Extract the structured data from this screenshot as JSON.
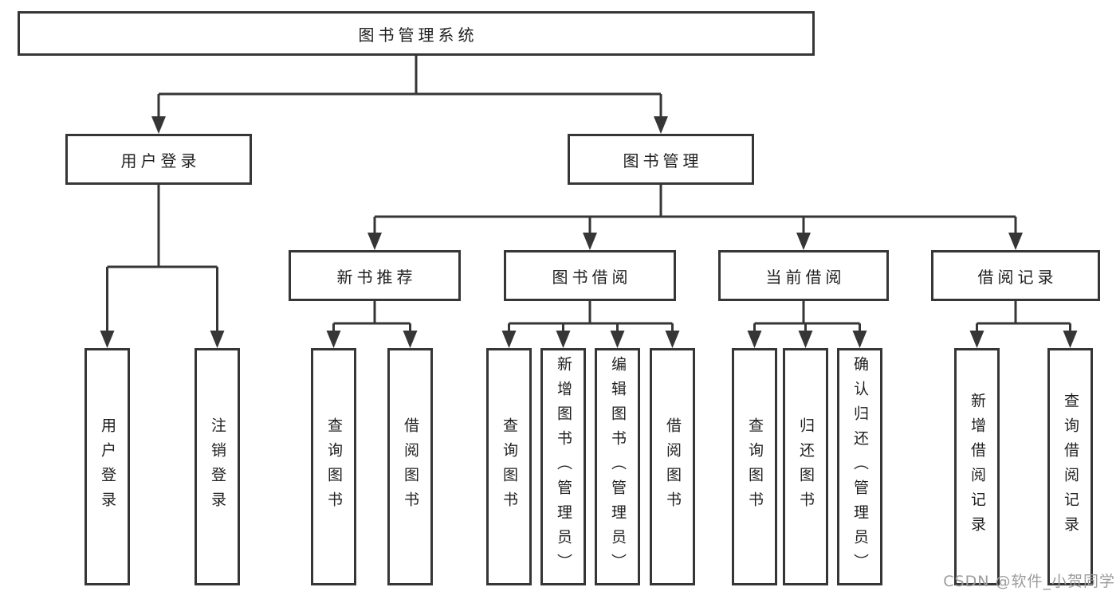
{
  "diagram_title": "图书管理系统",
  "tree": {
    "root": {
      "label": "图书管理系统",
      "children": [
        {
          "label": "用户登录",
          "children": [
            {
              "label": "用户登录"
            },
            {
              "label": "注销登录"
            }
          ]
        },
        {
          "label": "图书管理",
          "children": [
            {
              "label": "新书推荐",
              "children": [
                {
                  "label": "查询图书"
                },
                {
                  "label": "借阅图书"
                }
              ]
            },
            {
              "label": "图书借阅",
              "children": [
                {
                  "label": "查询图书"
                },
                {
                  "label": "新增图书（管理员）"
                },
                {
                  "label": "编辑图书（管理员）"
                },
                {
                  "label": "借阅图书"
                }
              ]
            },
            {
              "label": "当前借阅",
              "children": [
                {
                  "label": "查询图书"
                },
                {
                  "label": "归还图书"
                },
                {
                  "label": "确认归还（管理员）"
                }
              ]
            },
            {
              "label": "借阅记录",
              "children": [
                {
                  "label": "新增借阅记录"
                },
                {
                  "label": "查询借阅记录"
                }
              ]
            }
          ]
        }
      ]
    }
  },
  "watermark": {
    "text": "CSDN @软件_小贺同学"
  },
  "colors": {
    "line": "#363636",
    "box_border": "#363636",
    "text": "#1f1f1f",
    "background": "#ffffff",
    "watermark": "#9c9c9c"
  }
}
